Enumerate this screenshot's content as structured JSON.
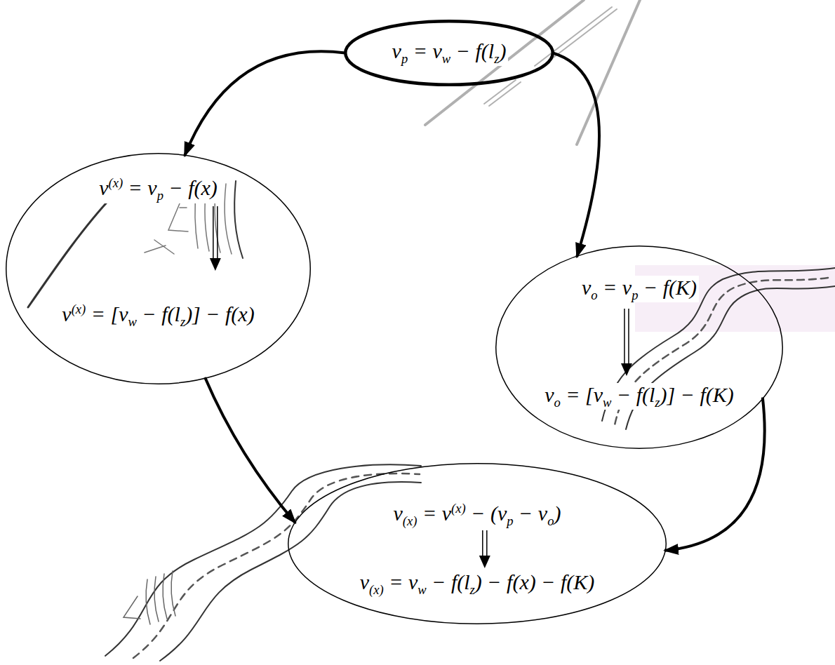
{
  "diagram": {
    "nodes": [
      {
        "text": [
          "vp = vw − f(lz)"
        ]
      },
      {
        "text": [
          "v(x) = vp − f(x)",
          "v(x) = [vw − f(lz)] − f(x)"
        ]
      },
      {
        "text": [
          "vo = vp − f(K)",
          "vo = [vw − f(lz)] − f(K)"
        ]
      },
      {
        "text": [
          "v(x) = v(x) − (vp − vo)",
          "v(x) = vw − f(lz) − f(x) − f(K)"
        ]
      }
    ],
    "edges": [
      {
        "from": 0,
        "to": 1,
        "arrow": "to"
      },
      {
        "from": 0,
        "to": 2,
        "arrow": "to"
      },
      {
        "from": 1,
        "to": 3,
        "arrow": "to"
      },
      {
        "from": 2,
        "to": 3,
        "arrow": "to"
      }
    ]
  }
}
